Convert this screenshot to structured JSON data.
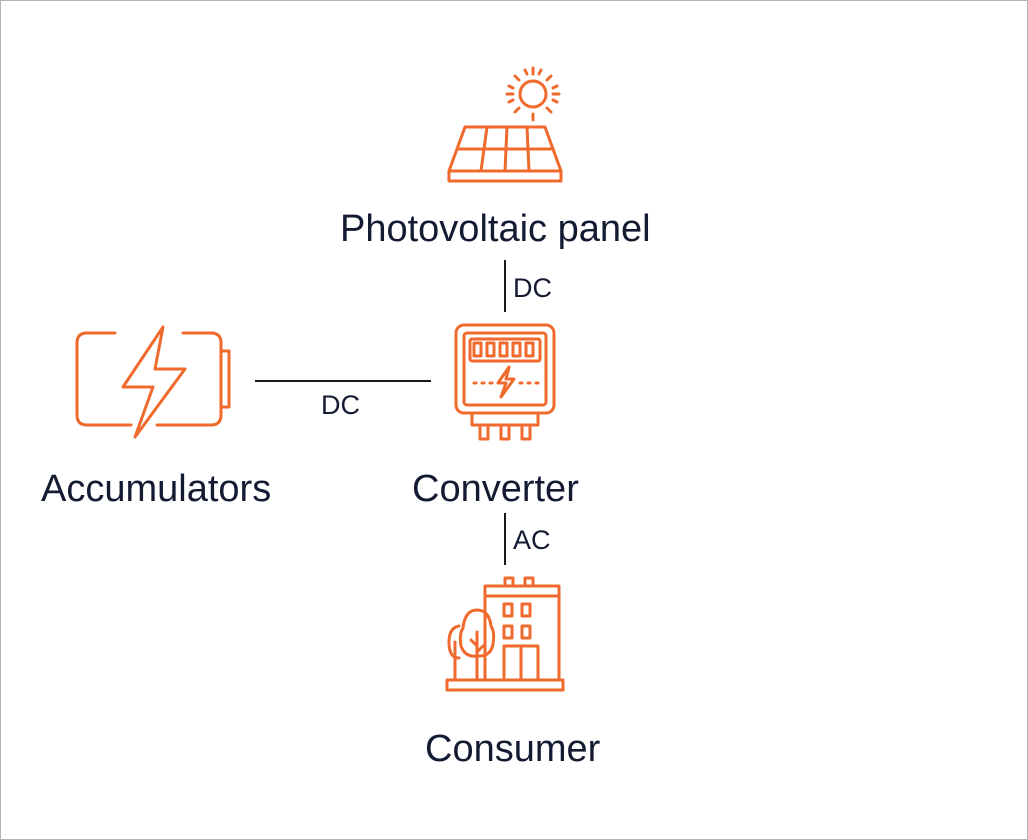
{
  "nodes": {
    "panel": {
      "label": "Photovoltaic panel"
    },
    "converter": {
      "label": "Converter"
    },
    "accumulators": {
      "label": "Accumulators"
    },
    "consumer": {
      "label": "Consumer"
    }
  },
  "connections": {
    "panel_converter": {
      "label": "DC"
    },
    "accumulators_converter": {
      "label": "DC"
    },
    "converter_consumer": {
      "label": "AC"
    }
  },
  "colors": {
    "accent": "#ef6a2c",
    "text": "#151a33",
    "line": "#1a1a1a"
  },
  "icons": {
    "panel": "solar-panel-icon",
    "converter": "inverter-icon",
    "accumulators": "battery-charging-icon",
    "consumer": "building-icon"
  }
}
